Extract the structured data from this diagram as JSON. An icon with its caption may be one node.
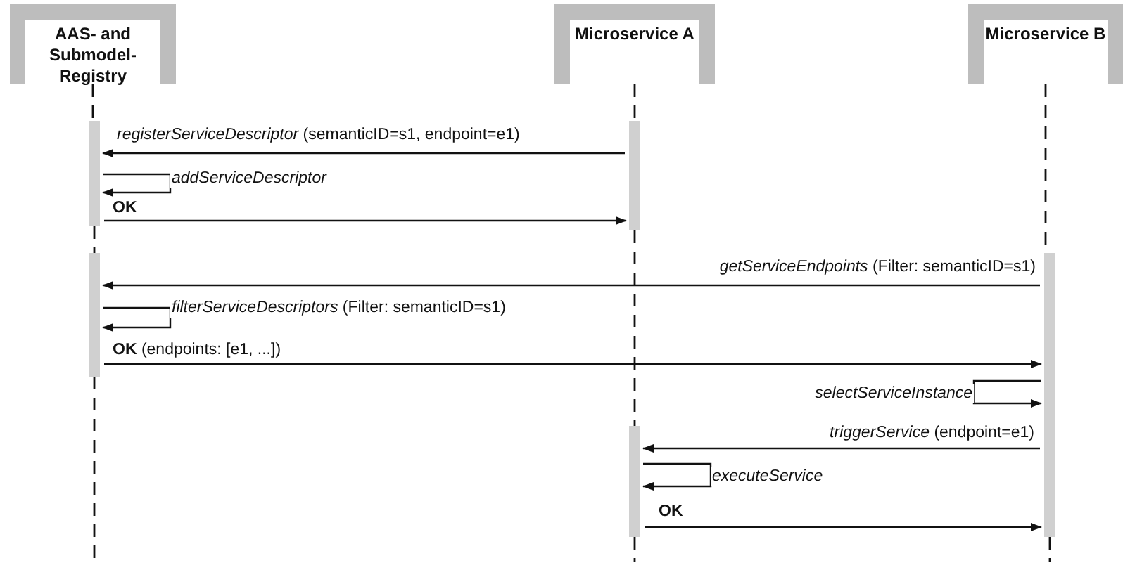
{
  "diagram": {
    "nodes": [
      {
        "text": [
          "AAS- and Submodel-Registry"
        ]
      },
      {
        "text": [
          "Microservice A"
        ]
      },
      {
        "text": [
          "Microservice B"
        ]
      },
      {
        "text": [],
        "shape": "bar"
      },
      {
        "text": [],
        "shape": "bar"
      },
      {
        "text": [],
        "shape": "bar"
      },
      {
        "text": [],
        "shape": "bar"
      },
      {
        "text": [],
        "shape": "bar"
      }
    ],
    "edges": [
      {
        "from": 0,
        "to": 3,
        "arrow": "none",
        "style": "dashed"
      },
      {
        "from": 3,
        "to": 5,
        "arrow": "none",
        "style": "dashed"
      },
      {
        "from": 5,
        "to": null,
        "arrow": "none",
        "style": "dashed"
      },
      {
        "from": 1,
        "to": 4,
        "arrow": "none",
        "style": "dashed"
      },
      {
        "from": 4,
        "to": 7,
        "arrow": "none",
        "style": "dashed"
      },
      {
        "from": 7,
        "to": null,
        "arrow": "none",
        "style": "dashed"
      },
      {
        "from": 2,
        "to": 6,
        "arrow": "none",
        "style": "dashed"
      },
      {
        "from": 6,
        "to": null,
        "arrow": "none",
        "style": "dashed"
      },
      {
        "from": 4,
        "to": 3,
        "arrow": "to",
        "label": "*registerServiceDescriptor* (semanticID=s1, endpoint=e1)"
      },
      {
        "from": 3,
        "to": 3,
        "arrow": "to",
        "label": "*addServiceDescriptor*"
      },
      {
        "from": 3,
        "to": 4,
        "arrow": "to",
        "label": "**OK**"
      },
      {
        "from": 6,
        "to": 5,
        "arrow": "to",
        "label": "*getServiceEndpoints* (Filter: semanticID=s1)"
      },
      {
        "from": 5,
        "to": 5,
        "arrow": "to",
        "label": "*filterServiceDescriptors* (Filter: semanticID=s1)"
      },
      {
        "from": 5,
        "to": 6,
        "arrow": "to",
        "label": "**OK** (endpoints: [e1, ...])"
      },
      {
        "from": 6,
        "to": 6,
        "arrow": "to",
        "label": "*selectServiceInstance*"
      },
      {
        "from": 6,
        "to": 7,
        "arrow": "to",
        "label": "*triggerService* (endpoint=e1)"
      },
      {
        "from": 7,
        "to": 7,
        "arrow": "to",
        "label": "*executeService*"
      },
      {
        "from": 7,
        "to": 6,
        "arrow": "to",
        "label": "**OK**"
      }
    ]
  }
}
